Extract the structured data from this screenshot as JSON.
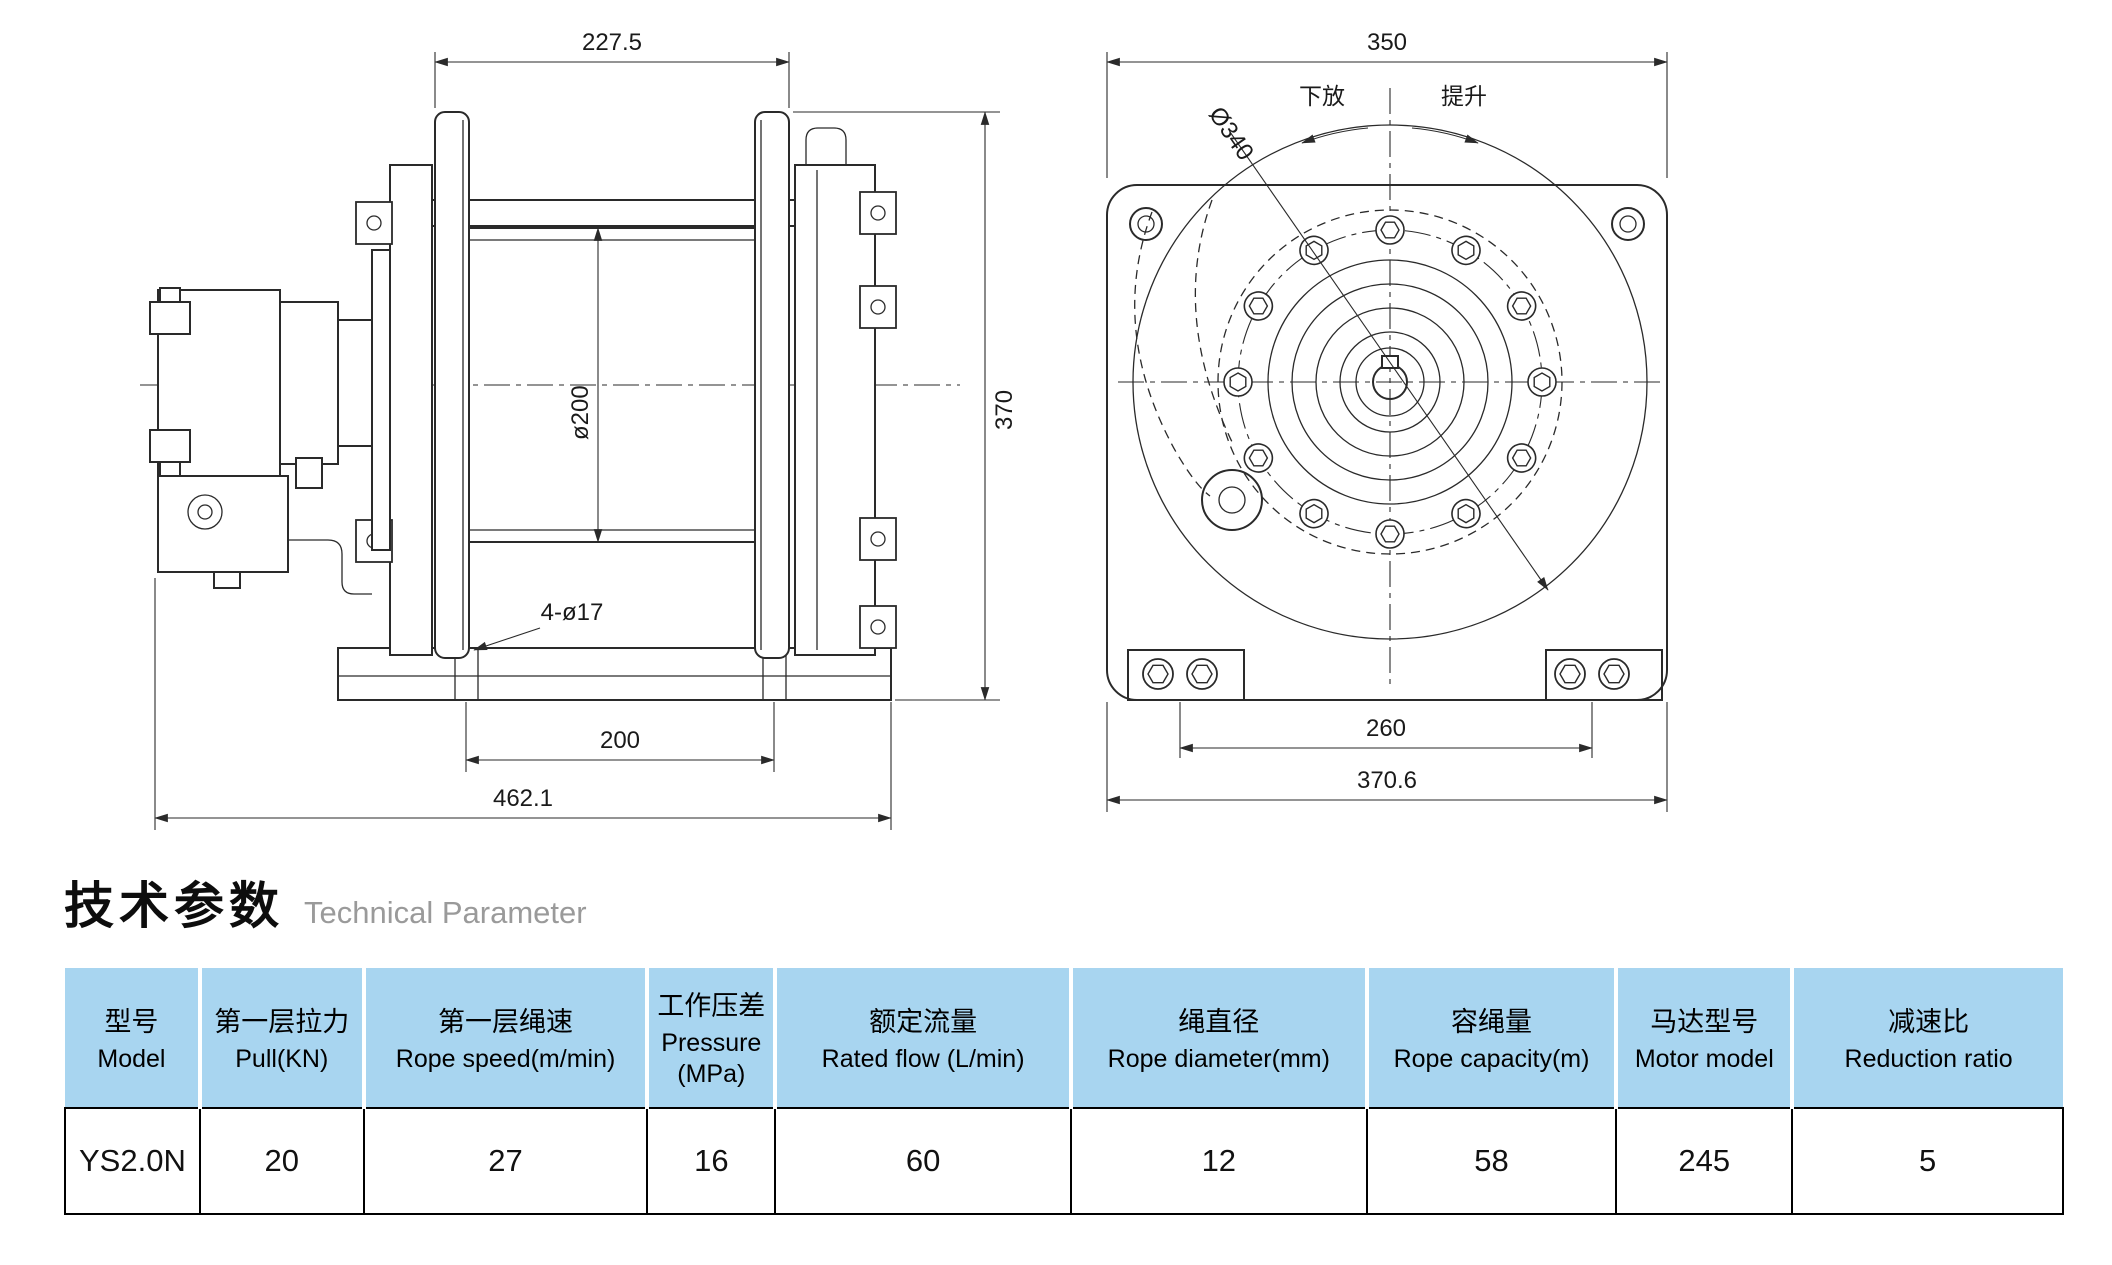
{
  "colors": {
    "table_header_bg": "#a8d5f0",
    "drawing_line": "#2a2a2a",
    "title_sub": "#9a9a9a"
  },
  "section": {
    "title_cn": "技术参数",
    "title_en": "Technical Parameter"
  },
  "side_view": {
    "dim_top_width": "227.5",
    "dim_drum_diameter": "ø200",
    "dim_height": "370",
    "dim_base_holes": "4-ø17",
    "dim_base_span": "200",
    "dim_overall_width": "462.1"
  },
  "front_view": {
    "dim_top_width": "350",
    "dim_drum_diameter": "Ø340",
    "label_lower": "下放",
    "label_lift": "提升",
    "dim_bolt_span": "260",
    "dim_overall_width": "370.6"
  },
  "table": {
    "headers": [
      {
        "cn": "型号",
        "en": "Model"
      },
      {
        "cn": "第一层拉力",
        "en": "Pull(KN)"
      },
      {
        "cn": "第一层绳速",
        "en": "Rope speed(m/min)"
      },
      {
        "cn": "工作压差",
        "en": "Pressure\n(MPa)"
      },
      {
        "cn": "额定流量",
        "en": "Rated flow (L/min)"
      },
      {
        "cn": "绳直径",
        "en": "Rope diameter(mm)"
      },
      {
        "cn": "容绳量",
        "en": "Rope capacity(m)"
      },
      {
        "cn": "马达型号",
        "en": "Motor model"
      },
      {
        "cn": "减速比",
        "en": "Reduction ratio"
      }
    ],
    "row": {
      "model": "YS2.0N",
      "pull": "20",
      "rope_speed": "27",
      "pressure": "16",
      "rated_flow": "60",
      "rope_diameter": "12",
      "rope_capacity": "58",
      "motor_model": "245",
      "reduction_ratio": "5"
    }
  }
}
